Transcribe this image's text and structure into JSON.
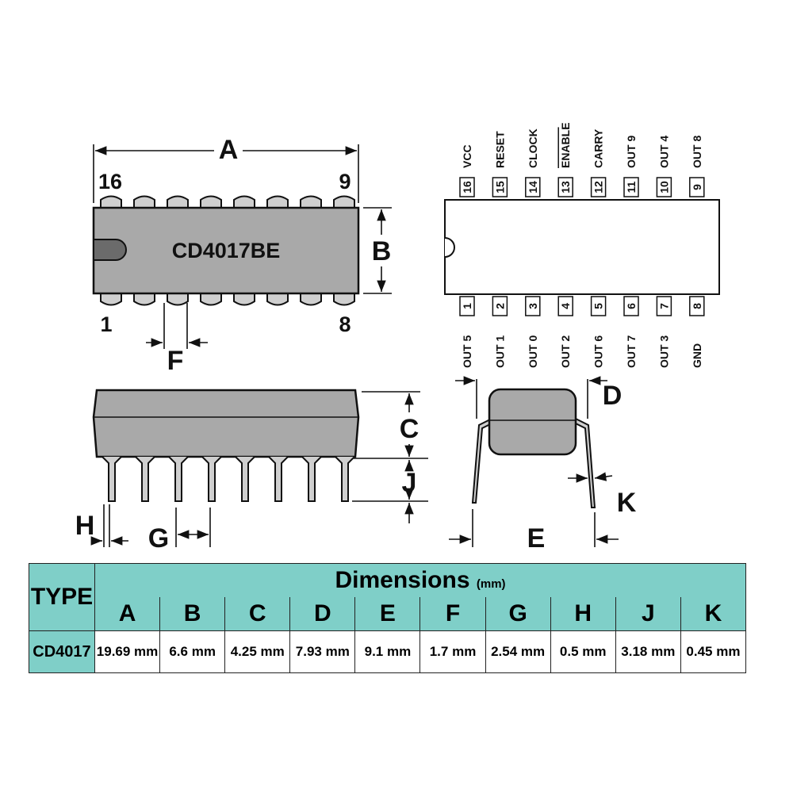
{
  "chip": {
    "marking": "CD4017BE",
    "pin_first_top": "16",
    "pin_last_top": "9",
    "pin_first_bottom": "1",
    "pin_last_bottom": "8"
  },
  "dimension_letters": {
    "A": "A",
    "B": "B",
    "C": "C",
    "D": "D",
    "E": "E",
    "F": "F",
    "G": "G",
    "H": "H",
    "J": "J",
    "K": "K"
  },
  "pinout": {
    "top_pins": [
      {
        "number": "16",
        "signal": "VCC"
      },
      {
        "number": "15",
        "signal": "RESET"
      },
      {
        "number": "14",
        "signal": "CLOCK"
      },
      {
        "number": "13",
        "signal": "ENABLE"
      },
      {
        "number": "12",
        "signal": "CARRY"
      },
      {
        "number": "11",
        "signal": "OUT 9"
      },
      {
        "number": "10",
        "signal": "OUT 4"
      },
      {
        "number": "9",
        "signal": "OUT 8"
      }
    ],
    "bottom_pins": [
      {
        "number": "1",
        "signal": "OUT 5"
      },
      {
        "number": "2",
        "signal": "OUT 1"
      },
      {
        "number": "3",
        "signal": "OUT 0"
      },
      {
        "number": "4",
        "signal": "OUT 2"
      },
      {
        "number": "5",
        "signal": "OUT 6"
      },
      {
        "number": "6",
        "signal": "OUT 7"
      },
      {
        "number": "7",
        "signal": "OUT 3"
      },
      {
        "number": "8",
        "signal": "GND"
      }
    ]
  },
  "table": {
    "type_header": "TYPE",
    "dims_header": "Dimensions",
    "dims_unit": "(mm)",
    "columns": [
      "A",
      "B",
      "C",
      "D",
      "E",
      "F",
      "G",
      "H",
      "J",
      "K"
    ],
    "rows": [
      {
        "type": "CD4017",
        "values": [
          "19.69 mm",
          "6.6 mm",
          "4.25 mm",
          "7.93 mm",
          "9.1 mm",
          "1.7 mm",
          "2.54 mm",
          "0.5 mm",
          "3.18 mm",
          "0.45 mm"
        ]
      }
    ]
  },
  "colors": {
    "package_body": "#a9a9a9",
    "notch": "#6b6b6b",
    "pin_fill": "#cfcfcf",
    "table_header": "#7fcfc8",
    "outline": "#111111"
  }
}
